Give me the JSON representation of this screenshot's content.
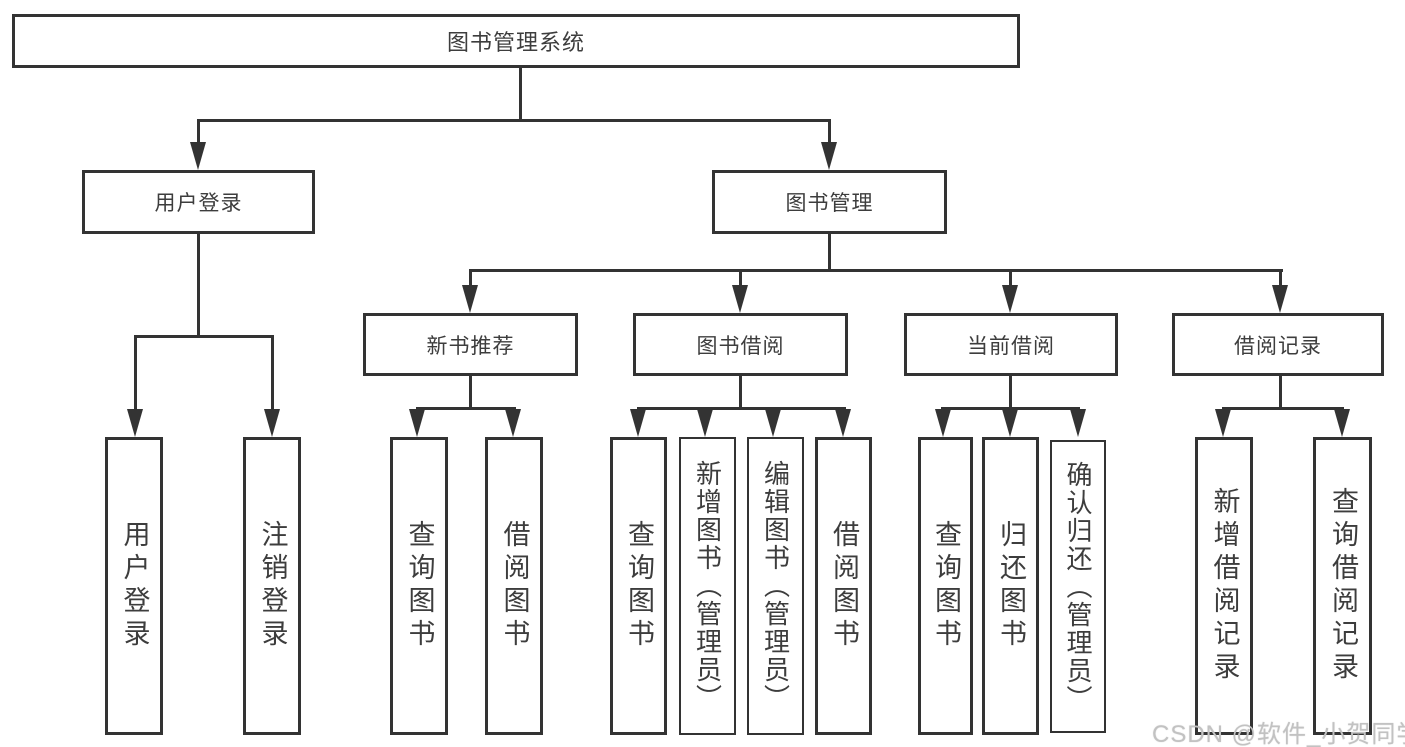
{
  "root": {
    "label": "图书管理系统"
  },
  "level2": [
    {
      "label": "用户登录"
    },
    {
      "label": "图书管理"
    }
  ],
  "level3": [
    {
      "label": "新书推荐"
    },
    {
      "label": "图书借阅"
    },
    {
      "label": "当前借阅"
    },
    {
      "label": "借阅记录"
    }
  ],
  "leaves": [
    {
      "label": "用户登录"
    },
    {
      "label": "注销登录"
    },
    {
      "label": "查询图书"
    },
    {
      "label": "借阅图书"
    },
    {
      "label": "查询图书"
    },
    {
      "label": "新增图书（管理员）"
    },
    {
      "label": "编辑图书（管理员）"
    },
    {
      "label": "借阅图书"
    },
    {
      "label": "查询图书"
    },
    {
      "label": "归还图书"
    },
    {
      "label": "确认归还（管理员）"
    },
    {
      "label": "新增借阅记录"
    },
    {
      "label": "查询借阅记录"
    }
  ],
  "watermark": "CSDN @软件_小贺同学",
  "colors": {
    "line": "#333333",
    "text": "#3d3d3d",
    "watermark": "#c2c2c2",
    "background": "#ffffff"
  }
}
